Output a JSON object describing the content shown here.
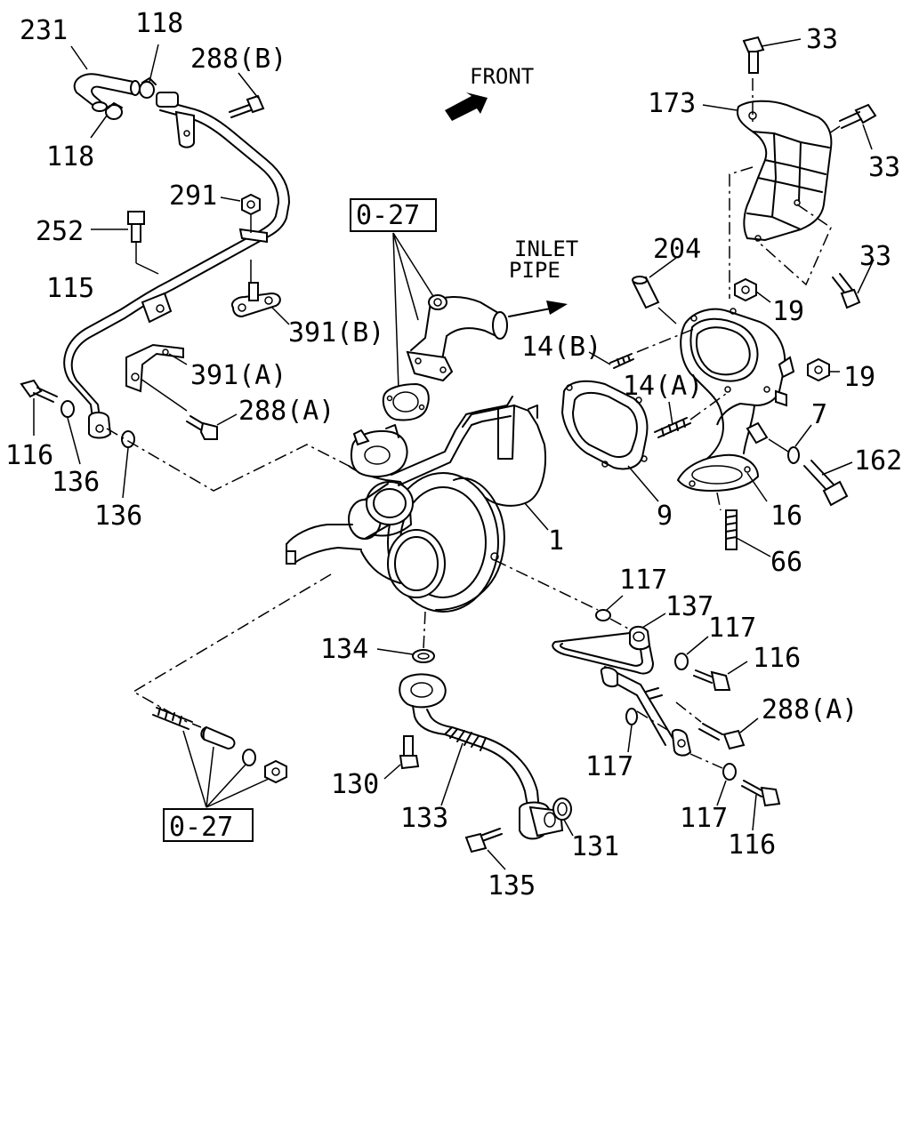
{
  "labels": {
    "l231": "231",
    "l118a": "118",
    "l118b": "118",
    "l288b": "288(B)",
    "l291": "291",
    "l252": "252",
    "l115": "115",
    "l391b": "391(B)",
    "l391a": "391(A)",
    "l288a1": "288(A)",
    "l116a": "116",
    "l136a": "136",
    "l136b": "136",
    "l027a": "0-27",
    "l027b": "0-27",
    "front": "FRONT",
    "inlet1": "INLET",
    "inlet2": "PIPE",
    "l204": "204",
    "l173": "173",
    "l33a": "33",
    "l33b": "33",
    "l33c": "33",
    "l19a": "19",
    "l19b": "19",
    "l14b": "14(B)",
    "l14a": "14(A)",
    "l7": "7",
    "l162": "162",
    "l9": "9",
    "l16": "16",
    "l66": "66",
    "l1": "1",
    "l117a": "117",
    "l137": "137",
    "l117b": "117",
    "l116b": "116",
    "l288a2": "288(A)",
    "l134": "134",
    "l117c": "117",
    "l117d": "117",
    "l116c": "116",
    "l130": "130",
    "l133": "133",
    "l131": "131",
    "l135": "135"
  }
}
